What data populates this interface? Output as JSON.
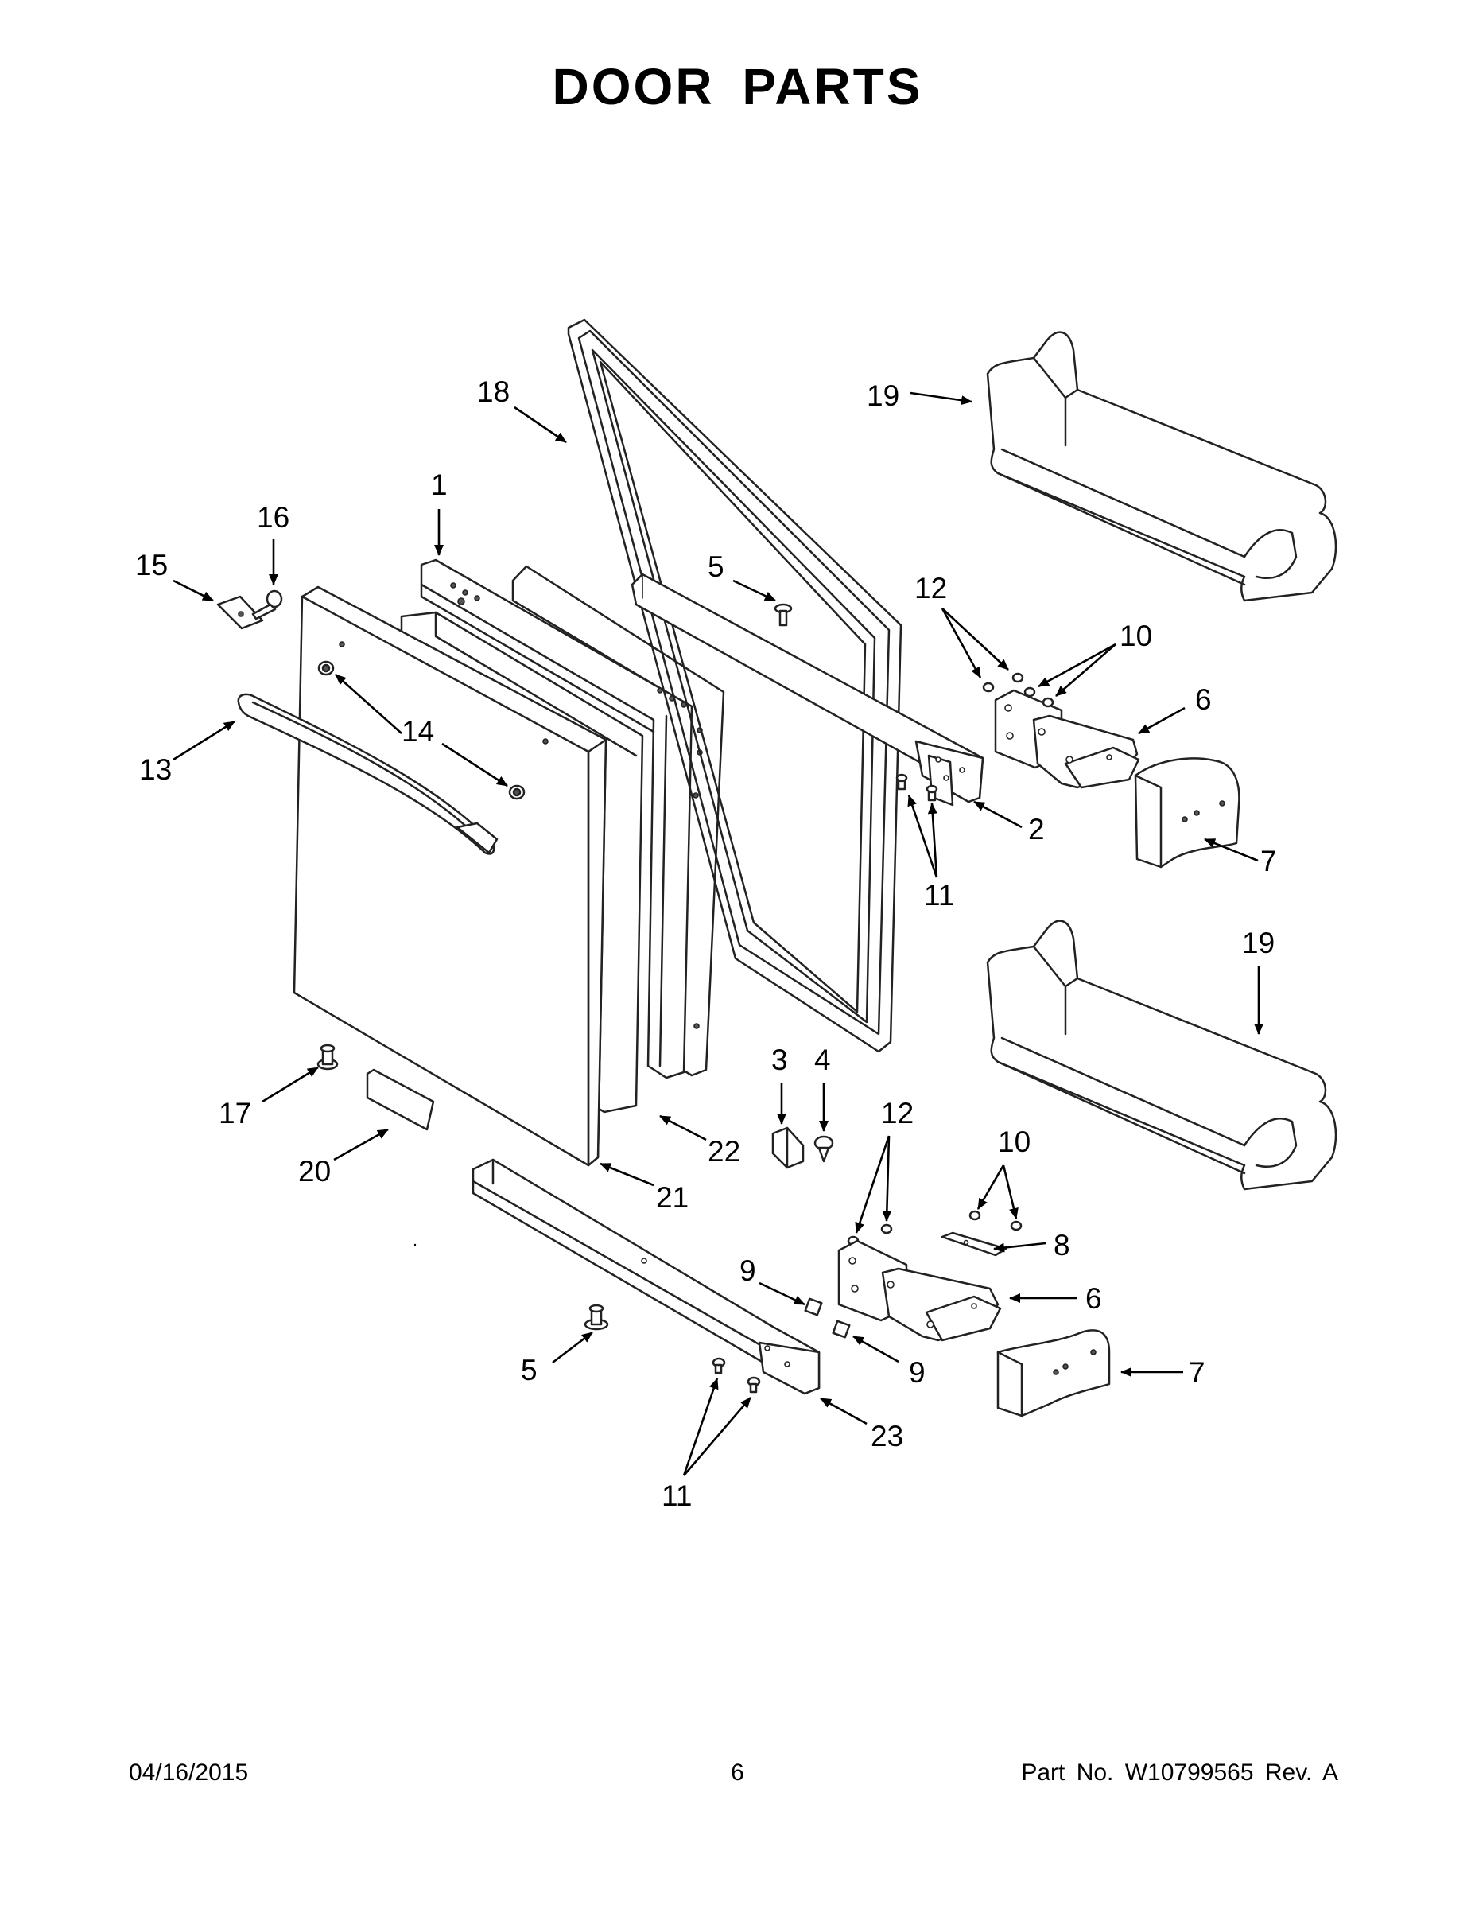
{
  "title": "DOOR PARTS",
  "footer": {
    "date": "04/16/2015",
    "page": "6",
    "part_no": "Part No.  W10799565  Rev.  A"
  },
  "callouts": {
    "c1": "1",
    "c2": "2",
    "c3": "3",
    "c4": "4",
    "c5a": "5",
    "c5b": "5",
    "c6a": "6",
    "c6b": "6",
    "c7a": "7",
    "c7b": "7",
    "c8": "8",
    "c9a": "9",
    "c9b": "9",
    "c10a": "10",
    "c10b": "10",
    "c11a": "11",
    "c11b": "11",
    "c12a": "12",
    "c12b": "12",
    "c13": "13",
    "c14": "14",
    "c15": "15",
    "c16": "16",
    "c17": "17",
    "c18": "18",
    "c19a": "19",
    "c19b": "19",
    "c20": "20",
    "c21": "21",
    "c22": "22",
    "c23": "23"
  }
}
